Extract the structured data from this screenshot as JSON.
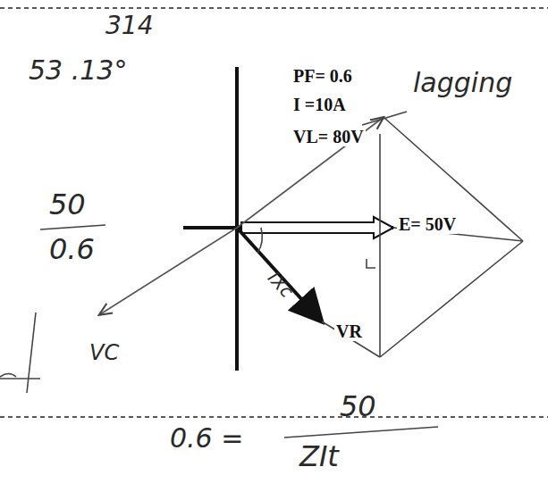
{
  "diagram": {
    "labels": [
      "314",
      "53 .13°",
      "50",
      "0.6",
      "PF= 0.6",
      "I =10A",
      "VL= 80V",
      "lagging",
      "E= 50V",
      "IXc",
      "VR",
      "VC",
      "0.6 =",
      "50",
      "ZIt"
    ]
  }
}
